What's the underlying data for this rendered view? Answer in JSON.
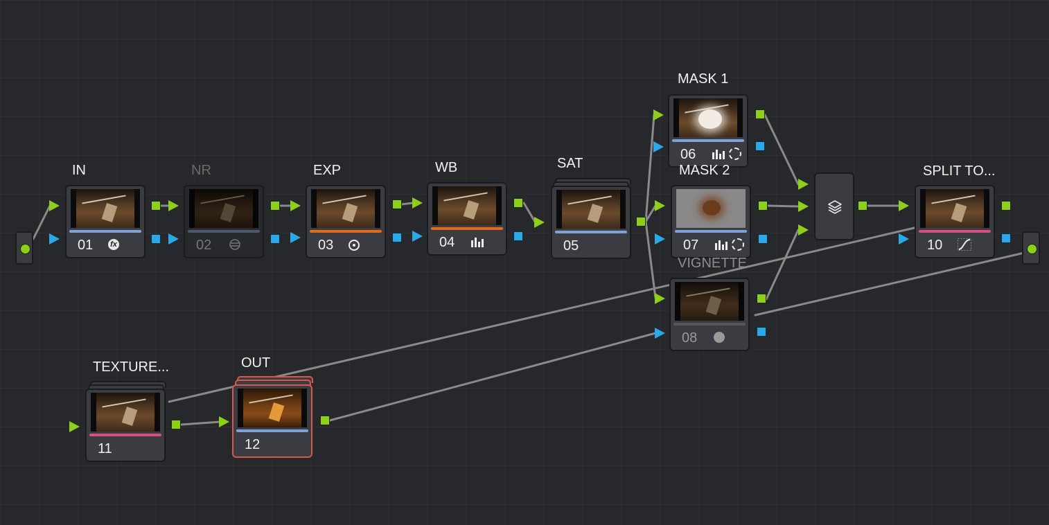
{
  "app": {
    "panel": "Node Editor"
  },
  "colors": {
    "background": "#27282c",
    "rgb_link": "#8ecf1a",
    "alpha_link": "#2aa8e8",
    "node_body": "#3a3c41",
    "bar_blue": "#7fa2d6",
    "bar_orange": "#e06a1e",
    "bar_pink": "#d44f84",
    "selected_outline": "#d8584b"
  },
  "nodes": [
    {
      "id": "n01",
      "label": "IN",
      "number": "01",
      "icon": "fx-icon",
      "bar_color": "blue",
      "state": "active"
    },
    {
      "id": "n02",
      "label": "NR",
      "number": "02",
      "icon": "noise-reduction-icon",
      "bar_color": "blue",
      "state": "disabled"
    },
    {
      "id": "n03",
      "label": "EXP",
      "number": "03",
      "icon": "target-icon",
      "bar_color": "orange",
      "state": "active"
    },
    {
      "id": "n04",
      "label": "WB",
      "number": "04",
      "icon": "bars-icon",
      "bar_color": "orange",
      "state": "active"
    },
    {
      "id": "n05",
      "label": "SAT",
      "number": "05",
      "icon": "",
      "bar_color": "blue",
      "state": "active",
      "stacked": true
    },
    {
      "id": "n06",
      "label": "MASK 1",
      "number": "06",
      "icon": "bars-circle-icon",
      "bar_color": "blue",
      "state": "active"
    },
    {
      "id": "n07",
      "label": "MASK 2",
      "number": "07",
      "icon": "bars-circle-icon",
      "bar_color": "blue",
      "state": "active"
    },
    {
      "id": "n08",
      "label": "VIGNETTE",
      "number": "08",
      "icon": "fx-icon",
      "bar_color": "gray",
      "state": "disabled"
    },
    {
      "id": "n10",
      "label": "SPLIT TO...",
      "number": "10",
      "icon": "curve-icon",
      "bar_color": "pink",
      "state": "active"
    },
    {
      "id": "n11",
      "label": "TEXTURE...",
      "number": "11",
      "icon": "",
      "bar_color": "pink",
      "state": "active",
      "stacked": true
    },
    {
      "id": "n12",
      "label": "OUT",
      "number": "12",
      "icon": "",
      "bar_color": "blue",
      "state": "selected",
      "stacked": true
    }
  ],
  "layer_mixer": {
    "icon": "layers-icon"
  },
  "source": {
    "icon": "source-dot-icon"
  },
  "output": {
    "icon": "output-dot-icon"
  }
}
